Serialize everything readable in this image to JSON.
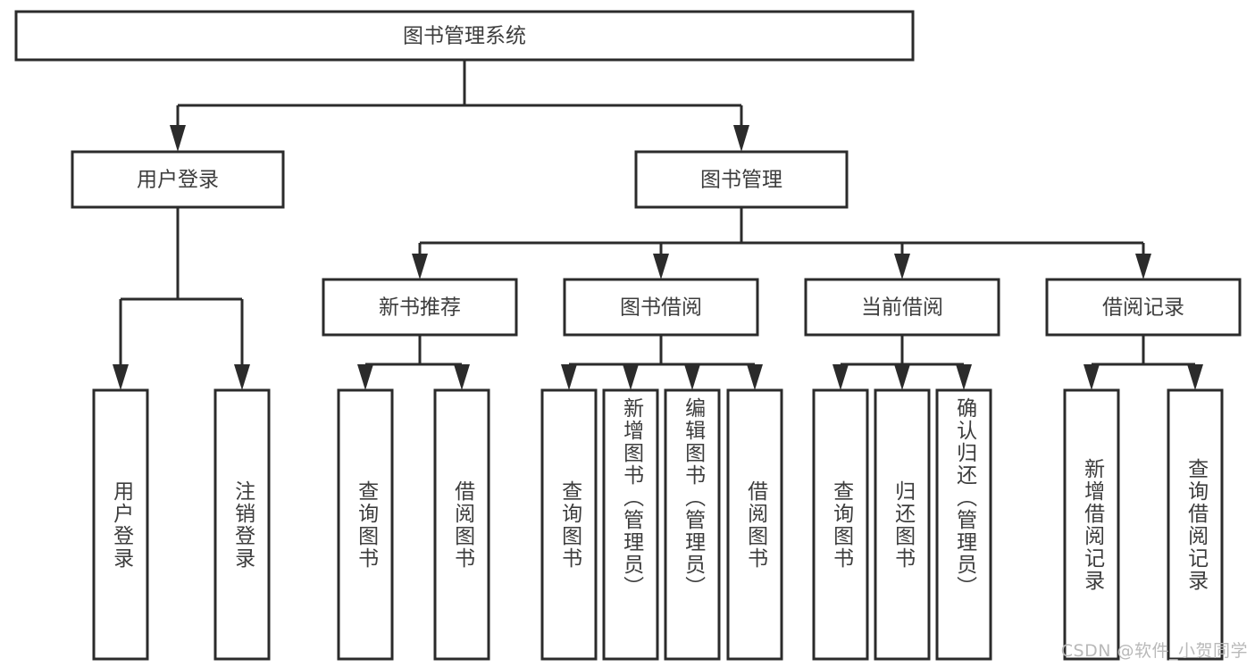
{
  "diagram": {
    "title": "图书管理系统",
    "watermark": "CSDN @软件_小贺同学",
    "type": "tree",
    "orientation": "top-down",
    "colors": {
      "box_fill": "#ffffff",
      "box_stroke": "#2b2b2b",
      "text": "#3d3d3d",
      "watermark": "#b9b9b9",
      "background": "#ffffff"
    },
    "nodes": {
      "root": {
        "label": "图书管理系统",
        "level": 0,
        "orientation": "horizontal"
      },
      "l1": [
        {
          "label": "用户登录",
          "level": 1,
          "orientation": "horizontal"
        },
        {
          "label": "图书管理",
          "level": 1,
          "orientation": "horizontal"
        }
      ],
      "l2": [
        {
          "label": "新书推荐",
          "level": 2,
          "orientation": "horizontal"
        },
        {
          "label": "图书借阅",
          "level": 2,
          "orientation": "horizontal"
        },
        {
          "label": "当前借阅",
          "level": 2,
          "orientation": "horizontal"
        },
        {
          "label": "借阅记录",
          "level": 2,
          "orientation": "horizontal"
        }
      ],
      "leaves": {
        "用户登录": [
          {
            "label": "用户登录",
            "orientation": "vertical"
          },
          {
            "label": "注销登录",
            "orientation": "vertical"
          }
        ],
        "新书推荐": [
          {
            "label": "查询图书",
            "orientation": "vertical"
          },
          {
            "label": "借阅图书",
            "orientation": "vertical"
          }
        ],
        "图书借阅": [
          {
            "label": "查询图书",
            "orientation": "vertical"
          },
          {
            "label": "新增图书（管理员）",
            "orientation": "vertical"
          },
          {
            "label": "编辑图书（管理员）",
            "orientation": "vertical"
          },
          {
            "label": "借阅图书",
            "orientation": "vertical"
          }
        ],
        "当前借阅": [
          {
            "label": "查询图书",
            "orientation": "vertical"
          },
          {
            "label": "归还图书",
            "orientation": "vertical"
          },
          {
            "label": "确认归还（管理员）",
            "orientation": "vertical"
          }
        ],
        "借阅记录": [
          {
            "label": "新增借阅记录",
            "orientation": "vertical"
          },
          {
            "label": "查询借阅记录",
            "orientation": "vertical"
          }
        ]
      }
    },
    "edges": [
      {
        "from": "图书管理系统",
        "to": "用户登录"
      },
      {
        "from": "图书管理系统",
        "to": "图书管理"
      },
      {
        "from": "图书管理",
        "to": "新书推荐"
      },
      {
        "from": "图书管理",
        "to": "图书借阅"
      },
      {
        "from": "图书管理",
        "to": "当前借阅"
      },
      {
        "from": "图书管理",
        "to": "借阅记录"
      },
      {
        "from": "用户登录",
        "to": "用户登录(叶)"
      },
      {
        "from": "用户登录",
        "to": "注销登录"
      },
      {
        "from": "新书推荐",
        "to": "查询图书"
      },
      {
        "from": "新书推荐",
        "to": "借阅图书"
      },
      {
        "from": "图书借阅",
        "to": "查询图书"
      },
      {
        "from": "图书借阅",
        "to": "新增图书（管理员）"
      },
      {
        "from": "图书借阅",
        "to": "编辑图书（管理员）"
      },
      {
        "from": "图书借阅",
        "to": "借阅图书"
      },
      {
        "from": "当前借阅",
        "to": "查询图书"
      },
      {
        "from": "当前借阅",
        "to": "归还图书"
      },
      {
        "from": "当前借阅",
        "to": "确认归还（管理员）"
      },
      {
        "from": "借阅记录",
        "to": "新增借阅记录"
      },
      {
        "from": "借阅记录",
        "to": "查询借阅记录"
      }
    ]
  }
}
